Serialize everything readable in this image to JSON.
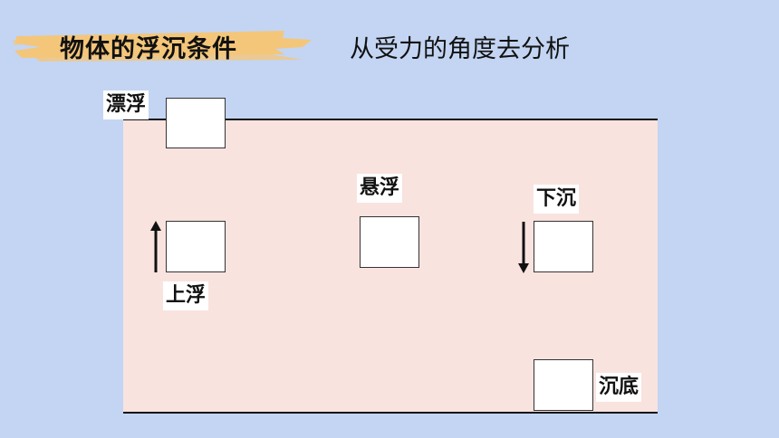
{
  "header": {
    "title": "物体的浮沉条件",
    "subtitle": "从受力的角度去分析",
    "highlight_color": "#f4c67a"
  },
  "diagram": {
    "tank_color": "#f9e3df",
    "states": {
      "floating": "漂浮",
      "suspended": "悬浮",
      "rising": "上浮",
      "sinking": "下沉",
      "bottom": "沉底"
    }
  }
}
